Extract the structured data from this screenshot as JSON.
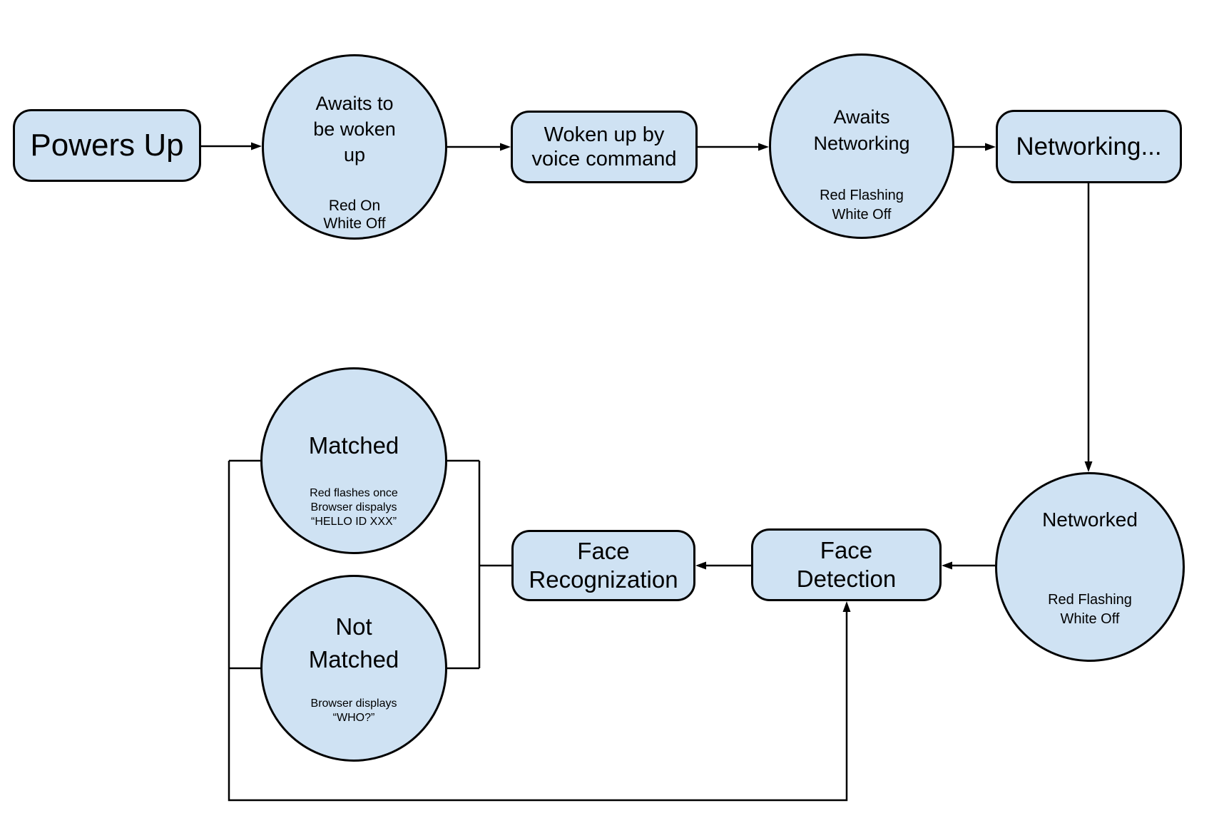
{
  "diagram": {
    "title_implied": "Device state flowchart",
    "background_color": "#ffffff",
    "node_fill_color": "#cfe2f3",
    "node_stroke_color": "#000000",
    "nodes": {
      "powers_up": {
        "shape": "rounded-box",
        "label": "Powers Up"
      },
      "awaits_wake": {
        "shape": "circle",
        "label": "Awaits to\nbe woken\nup",
        "sublabel": "Red On\nWhite Off"
      },
      "woken_voice": {
        "shape": "rounded-box",
        "label": "Woken up by\nvoice command"
      },
      "awaits_networking": {
        "shape": "circle",
        "label": "Awaits\nNetworking",
        "sublabel": "Red Flashing\nWhite Off"
      },
      "networking": {
        "shape": "rounded-box",
        "label": "Networking..."
      },
      "networked": {
        "shape": "circle",
        "label": "Networked",
        "sublabel": "Red Flashing\nWhite Off"
      },
      "face_detection": {
        "shape": "rounded-box",
        "label": "Face\nDetection"
      },
      "face_recognization": {
        "shape": "rounded-box",
        "label": "Face\nRecognization"
      },
      "matched": {
        "shape": "circle",
        "label": "Matched",
        "sublabel": "Red flashes once\nBrowser dispalys\n“HELLO ID XXX”"
      },
      "not_matched": {
        "shape": "circle",
        "label": "Not\nMatched",
        "sublabel": "Browser displays\n“WHO?”"
      }
    },
    "edges": [
      {
        "from": "powers_up",
        "to": "awaits_wake",
        "arrow": true
      },
      {
        "from": "awaits_wake",
        "to": "woken_voice",
        "arrow": true
      },
      {
        "from": "woken_voice",
        "to": "awaits_networking",
        "arrow": true
      },
      {
        "from": "awaits_networking",
        "to": "networking",
        "arrow": true
      },
      {
        "from": "networking",
        "to": "networked",
        "arrow": true
      },
      {
        "from": "networked",
        "to": "face_detection",
        "arrow": true
      },
      {
        "from": "face_detection",
        "to": "face_recognization",
        "arrow": true
      },
      {
        "from": "face_recognization",
        "to": "matched",
        "arrow": false
      },
      {
        "from": "face_recognization",
        "to": "not_matched",
        "arrow": false
      },
      {
        "from": "matched",
        "to": "face_detection",
        "arrow": true
      },
      {
        "from": "not_matched",
        "to": "face_detection",
        "arrow": true
      }
    ]
  }
}
